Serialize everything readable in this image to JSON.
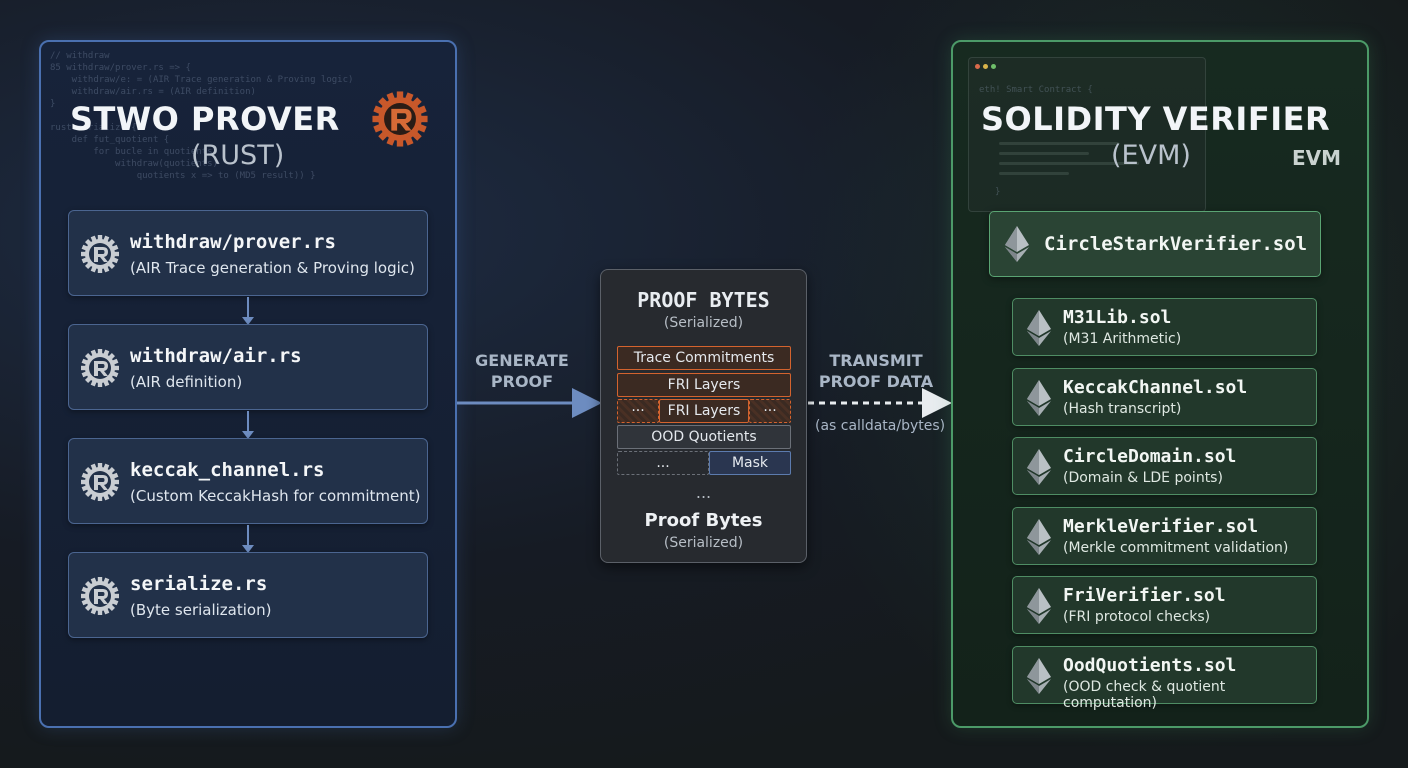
{
  "prover": {
    "title": "STWO PROVER",
    "subtitle": "(RUST)",
    "ghost_code": "// withdraw\n85 withdraw/prover.rs => {\n    withdraw/e: = (AIR Trace generation & Proving logic)\n    withdraw/air.rs = (AIR definition)\n}\n\nrust serialize {\n    def fut_quotient {\n        for bucle in quotients\n            withdraw(quotients)\n                quotients x => to (MD5 result)) }",
    "files": [
      {
        "name": "withdraw/prover.rs",
        "desc": "(AIR Trace generation & Proving logic)"
      },
      {
        "name": "withdraw/air.rs",
        "desc": "(AIR definition)"
      },
      {
        "name": "keccak_channel.rs",
        "desc": "(Custom KeccakHash for commitment)"
      },
      {
        "name": "serialize.rs",
        "desc": "(Byte serialization)"
      }
    ],
    "icon": "rust-gear-icon"
  },
  "flow": {
    "generate_line1": "GENERATE",
    "generate_line2": "PROOF",
    "transmit_line1": "TRANSMIT",
    "transmit_line2": "PROOF DATA",
    "transmit_note": "(as calldata/bytes)"
  },
  "proof": {
    "title": "PROOF BYTES",
    "subtitle": "(Serialized)",
    "segments": {
      "trace": "Trace Commitments",
      "fri1": "FRI Layers",
      "fri2_left": "···",
      "fri2": "FRI Layers",
      "fri2_right": "···",
      "ood": "OOD Quotients",
      "ellipsis": "...",
      "mask": "Mask"
    },
    "more": "...",
    "footer_title": "Proof Bytes",
    "footer_sub": "(Serialized)"
  },
  "verifier": {
    "title": "SOLIDITY VERIFIER",
    "subtitle": "(EVM)",
    "badge": "EVM",
    "ghost_header": "eth! Smart Contract {",
    "ghost_close": "}",
    "main_contract": "CircleStarkVerifier.sol",
    "contracts": [
      {
        "name": "M31Lib.sol",
        "desc": "(M31 Arithmetic)"
      },
      {
        "name": "KeccakChannel.sol",
        "desc": "(Hash transcript)"
      },
      {
        "name": "CircleDomain.sol",
        "desc": "(Domain & LDE points)"
      },
      {
        "name": "MerkleVerifier.sol",
        "desc": "(Merkle commitment validation)"
      },
      {
        "name": "FriVerifier.sol",
        "desc": "(FRI protocol checks)"
      },
      {
        "name": "OodQuotients.sol",
        "desc": "(OOD check & quotient computation)"
      }
    ],
    "icon": "ethereum-icon"
  },
  "colors": {
    "prover_border": "#4a70b0",
    "verifier_border": "#4c9a68",
    "proof_accent": "#d4632e",
    "flow_arrow": "#6d8cc0",
    "verifier_arrow": "#5fb07c"
  }
}
